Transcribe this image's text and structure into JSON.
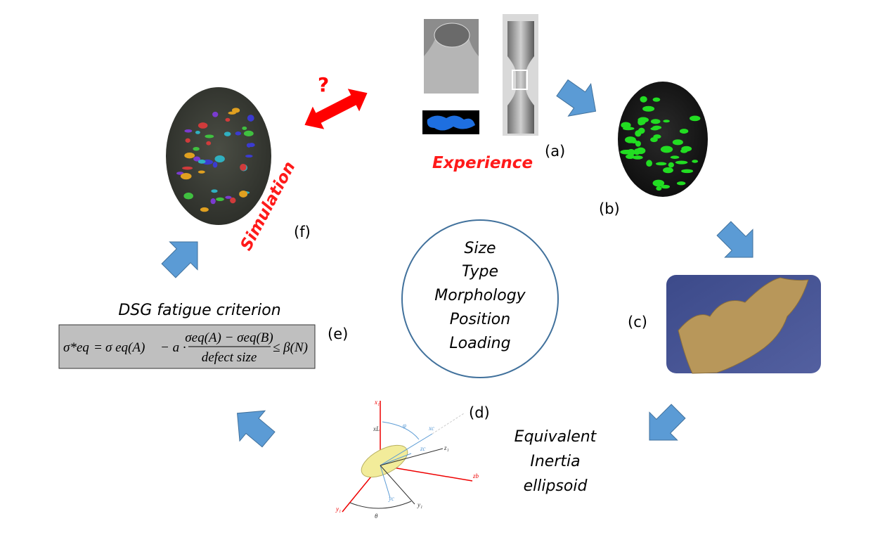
{
  "labels": {
    "a": "(a)",
    "b": "(b)",
    "c": "(c)",
    "d": "(d)",
    "e": "(e)",
    "f": "(f)"
  },
  "experience": "Experience",
  "simulation": "Simulation",
  "question": "?",
  "center_circle": [
    "Size",
    "Type",
    "Morphology",
    "Position",
    "Loading"
  ],
  "ellipsoid_text": [
    "Equivalent",
    "Inertia",
    "ellipsoid"
  ],
  "criterion_title": "DSG fatigue criterion",
  "formula": {
    "lhs": "σ*eq",
    "eq": "=",
    "term1": "σ eq(A)",
    "minus": "− a ·",
    "numerator": "σeq(A) − σeq(B)",
    "denominator": "defect size",
    "rhs": "≤ β(N)"
  },
  "axes_labels": {
    "x_top": "x₁",
    "x_l": "xL",
    "z1": "z₁",
    "zb": "zb",
    "y1": "y₁",
    "yb": "y₁",
    "yc": "yc",
    "xc": "xc",
    "zc": "zc",
    "phi": "φ",
    "theta": "θ"
  },
  "colors": {
    "arrow_blue": "#5b9bd5",
    "arrow_red": "#ff0000",
    "circle_stroke": "#41719c",
    "defect_green": "#22dd22",
    "defect_gold": "#b8975a",
    "formula_bg": "#bfbfbf"
  }
}
